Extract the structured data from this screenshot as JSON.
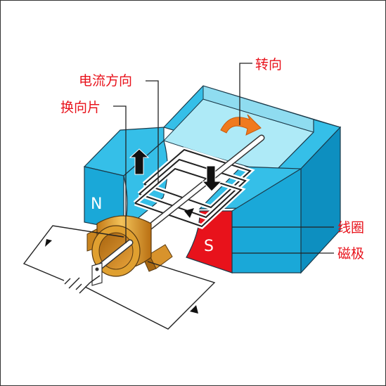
{
  "labels": {
    "rotation": "转向",
    "current_direction": "电流方向",
    "commutator": "换向片",
    "coil": "线圈",
    "magnetic_pole": "磁极"
  },
  "poles": {
    "north": "N",
    "south": "S"
  },
  "colors": {
    "magnet_top": "#35bfe8",
    "magnet_front": "#1aa8d8",
    "magnet_side": "#0d8fc0",
    "cavity": "#aeeaf7",
    "south_face": "#e8121b",
    "commutator": "#e0a030",
    "label_text": "#e8121b",
    "rotation_arrow": "#f07a1e"
  }
}
